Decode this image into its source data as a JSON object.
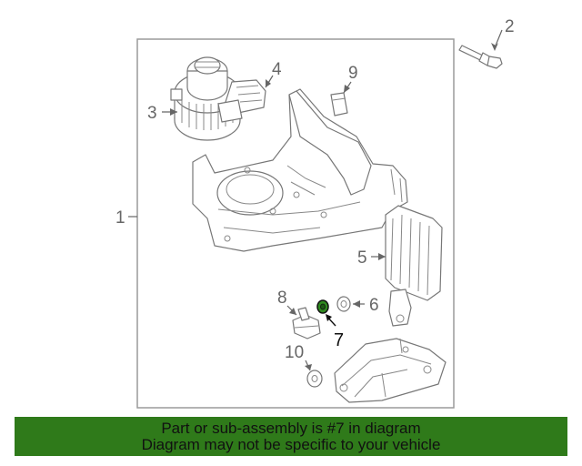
{
  "colors": {
    "banner_bg": "#2f7a1a",
    "highlight_part": "#2f8a1f",
    "frame": "#9a9a9a"
  },
  "diagram": {
    "callouts": {
      "c1": "1",
      "c2": "2",
      "c3": "3",
      "c4": "4",
      "c5": "5",
      "c6": "6",
      "c7": "7",
      "c8": "8",
      "c9": "9",
      "c10": "10"
    },
    "highlighted_callout": "7"
  },
  "banner": {
    "line1": "Part or sub-assembly is #7 in diagram",
    "line2": "Diagram may not be specific to your vehicle"
  }
}
